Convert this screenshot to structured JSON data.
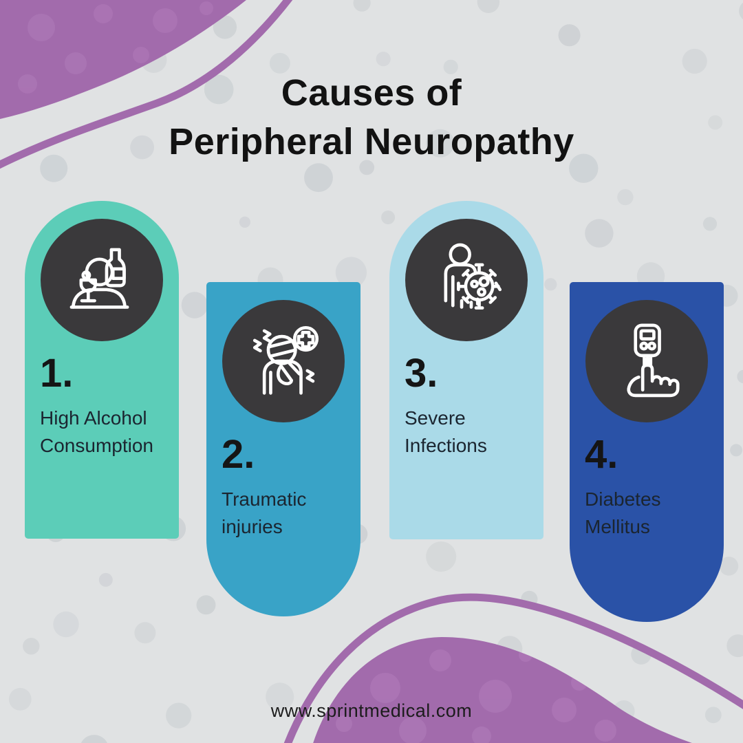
{
  "title": {
    "line1": "Causes of",
    "line2": "Peripheral Neuropathy"
  },
  "cards": [
    {
      "number": "1.",
      "label": "High Alcohol Consumption",
      "icon": "alcohol-drinking-icon",
      "color": "#5ccdb8"
    },
    {
      "number": "2.",
      "label": "Traumatic injuries",
      "icon": "injured-person-icon",
      "color": "#39a3c7"
    },
    {
      "number": "3.",
      "label": "Severe Infections",
      "icon": "person-with-virus-icon",
      "color": "#aadae8"
    },
    {
      "number": "4.",
      "label": "Diabetes Mellitus",
      "icon": "glucose-meter-finger-icon",
      "color": "#2a52a7"
    }
  ],
  "footer": {
    "website": "www.sprintmedical.com"
  },
  "colors": {
    "background": "#e0e2e3",
    "dots": "#cdd1d4",
    "purple": "#a26bac",
    "icon_disc": "#3a393b",
    "text": "#151515",
    "card_teal": "#5ccdb8",
    "card_blue": "#39a3c7",
    "card_light_blue": "#aadae8",
    "card_dark_blue": "#2a52a7"
  }
}
